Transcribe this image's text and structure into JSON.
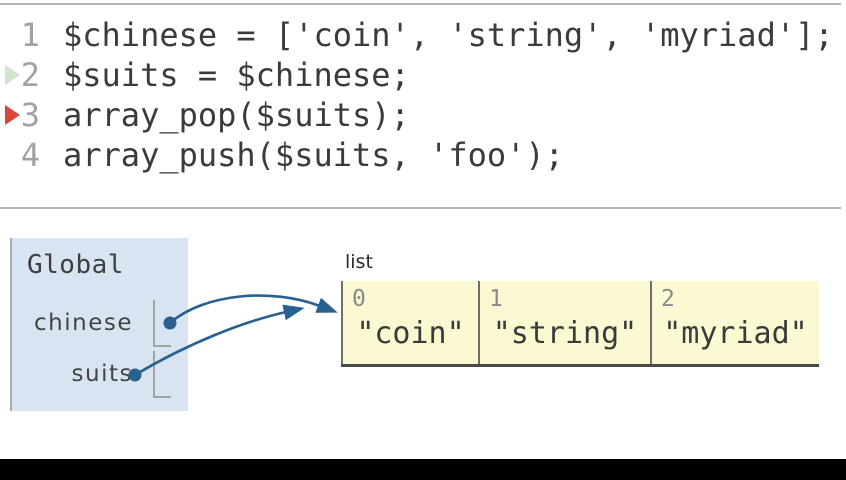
{
  "code": {
    "lines": [
      {
        "num": "1",
        "text": "$chinese = ['coin', 'string', 'myriad'];",
        "pointer": "none"
      },
      {
        "num": "2",
        "text": "$suits = $chinese;",
        "pointer": "prev"
      },
      {
        "num": "3",
        "text": "array_pop($suits);",
        "pointer": "current"
      },
      {
        "num": "4",
        "text": "array_push($suits, 'foo');",
        "pointer": "none"
      }
    ]
  },
  "frames": {
    "global": {
      "label": "Global",
      "variables": [
        {
          "name": "chinese"
        },
        {
          "name": "suits"
        }
      ]
    }
  },
  "heap": {
    "list": {
      "type_label": "list",
      "cells": [
        {
          "index": "0",
          "value": "\"coin\""
        },
        {
          "index": "1",
          "value": "\"string\""
        },
        {
          "index": "2",
          "value": "\"myriad\""
        }
      ]
    }
  },
  "colors": {
    "arrow": "#28618f",
    "frame_bg": "#d9e4f3",
    "frame_border": "#a6b3b6",
    "list_bg": "#faf9d1",
    "list_border": "#6e6e6e",
    "current_line_arrow": "#d9473b",
    "previous_line_arrow": "#cfe6ca"
  }
}
